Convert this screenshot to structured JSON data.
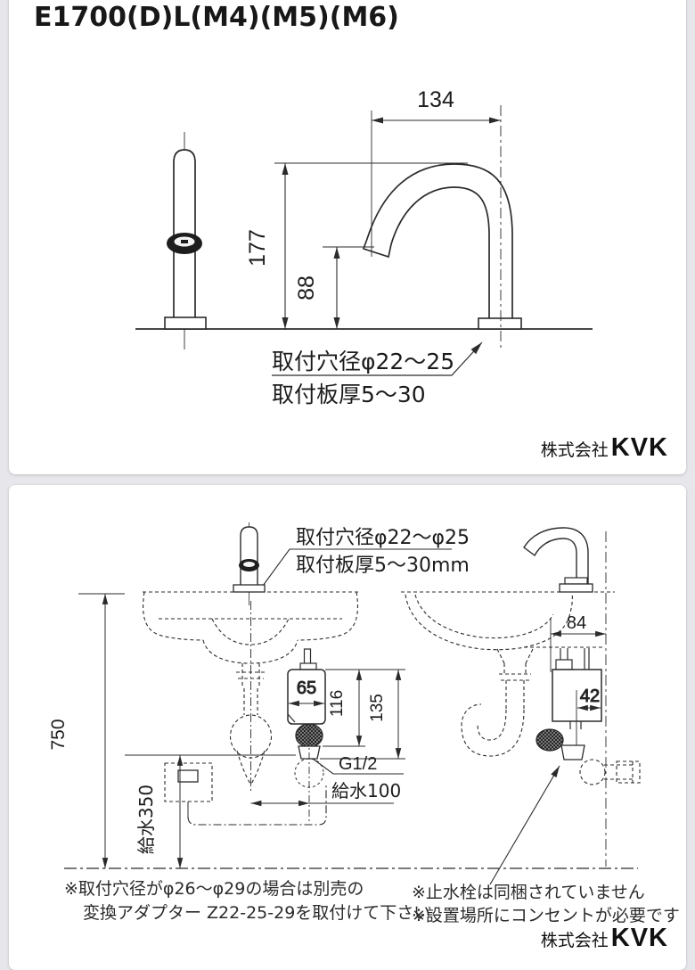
{
  "colors": {
    "page_bg": "#e7e7eb",
    "card_bg": "#ffffff",
    "line": "#2b2b2b",
    "text": "#1c1c1c"
  },
  "top_panel": {
    "title": "E1700(D)L(M4)(M5)(M6)",
    "dim_width": "134",
    "dim_height_total": "177",
    "dim_height_spout": "88",
    "label_hole": "取付穴径φ22〜25",
    "label_plate": "取付板厚5〜30",
    "brand_company": "株式会社",
    "brand_logo": "KVK"
  },
  "bottom_panel": {
    "label_hole": "取付穴径φ22〜φ25",
    "label_plate": "取付板厚5〜30mm",
    "dim_750": "750",
    "dim_supply_height": "給水350",
    "dim_box_width_front": "65",
    "dim_116": "116",
    "dim_135": "135",
    "label_g12": "G1/2",
    "dim_supply_offset": "給水100",
    "dim_box_width_side": "84",
    "dim_42": "42",
    "note_left_1": "※取付穴径がφ26〜φ29の場合は別売の",
    "note_left_2": "変換アダプター Z22-25-29を取付けて下さい",
    "note_right_1": "※止水栓は同梱されていません",
    "note_right_2": "※設置場所にコンセントが必要です",
    "brand_company": "株式会社",
    "brand_logo": "KVK"
  }
}
